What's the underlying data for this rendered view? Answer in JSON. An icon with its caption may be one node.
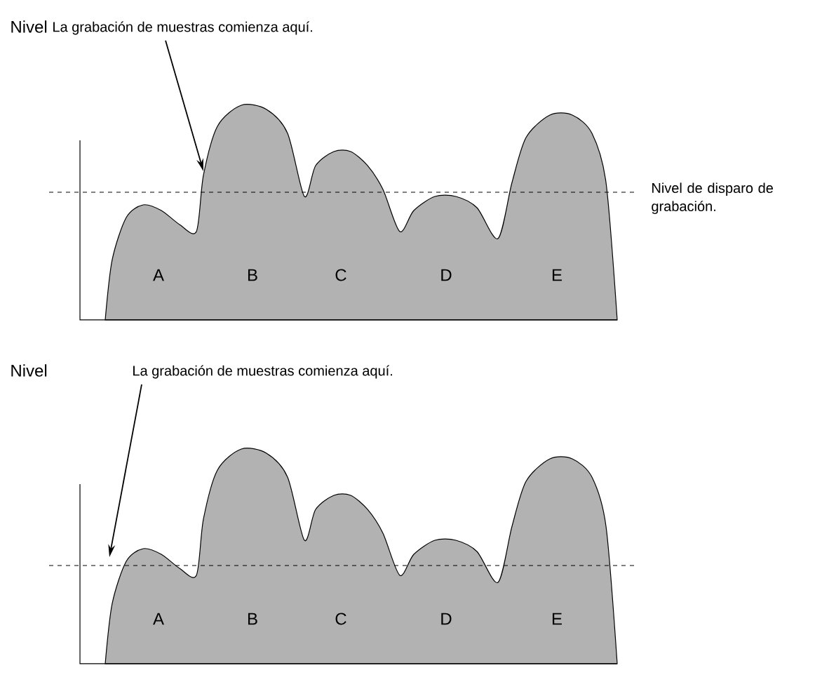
{
  "diagram": {
    "nodes": [
      {
        "text": [
          "La grabación de muestras comienza aquí."
        ]
      },
      {
        "text": [
          "La grabación de muestras comienza aquí."
        ]
      }
    ],
    "edges": [
      {
        "from": 0,
        "to": null,
        "arrow": "to"
      },
      {
        "from": 1,
        "to": null,
        "arrow": "to"
      }
    ],
    "labels": [
      "Nivel",
      "Nivel de disparo de grabación.",
      "A",
      "B",
      "C",
      "D",
      "E",
      "Nivel",
      "A",
      "B",
      "C",
      "D",
      "E"
    ]
  }
}
